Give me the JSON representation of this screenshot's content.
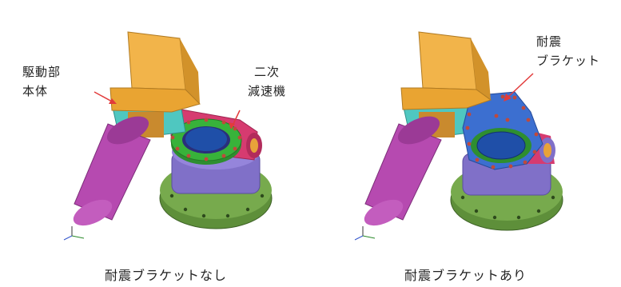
{
  "left": {
    "label_body_line1": "駆動部",
    "label_body_line2": "本体",
    "label_reducer_line1": "二次",
    "label_reducer_line2": "減速機",
    "caption": "耐震ブラケットなし"
  },
  "right": {
    "label_bracket_line1": "耐震",
    "label_bracket_line2": "ブラケット",
    "caption": "耐震ブラケットあり"
  },
  "colors": {
    "motor_box": "#E9A432",
    "motor_cylinder": "#B64AB0",
    "coupling": "#4FC7C0",
    "reducer": "#D63B70",
    "ring_green": "#38B23A",
    "disc_blue": "#1F4FA8",
    "gearbox": "#8070C8",
    "base": "#5E8F3A",
    "bracket": "#3C6FD0",
    "arrow": "#E23B3B"
  }
}
